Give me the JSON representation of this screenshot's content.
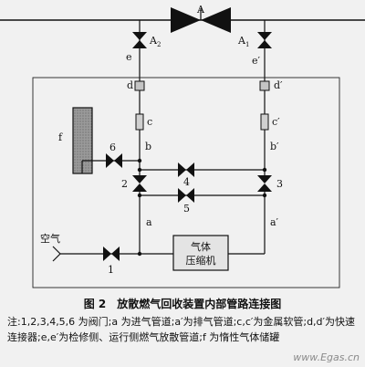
{
  "labels": {
    "A": "A",
    "A2_main": "A",
    "A2_sub": "2",
    "A1_main": "A",
    "A1_sub": "1",
    "e": "e",
    "e_prime": "e′",
    "d": "d",
    "d_prime": "d′",
    "c": "c",
    "c_prime": "c′",
    "b": "b",
    "b_prime": "b′",
    "a": "a",
    "a_prime": "a′",
    "f": "f",
    "v1": "1",
    "v2": "2",
    "v3": "3",
    "v4": "4",
    "v5": "5",
    "v6": "6",
    "air": "空气",
    "compressor_line1": "气体",
    "compressor_line2": "压缩机"
  },
  "caption": "图 2　放散燃气回收装置内部管路连接图",
  "note": "注:1,2,3,4,5,6 为阀门;a 为进气管道;a′为排气管道;c,c′为金属软管;d,d′为快速连接器;e,e′为检修侧、运行侧燃气放散管道;f 为惰性气体储罐",
  "watermark": "www.Egas.cn"
}
